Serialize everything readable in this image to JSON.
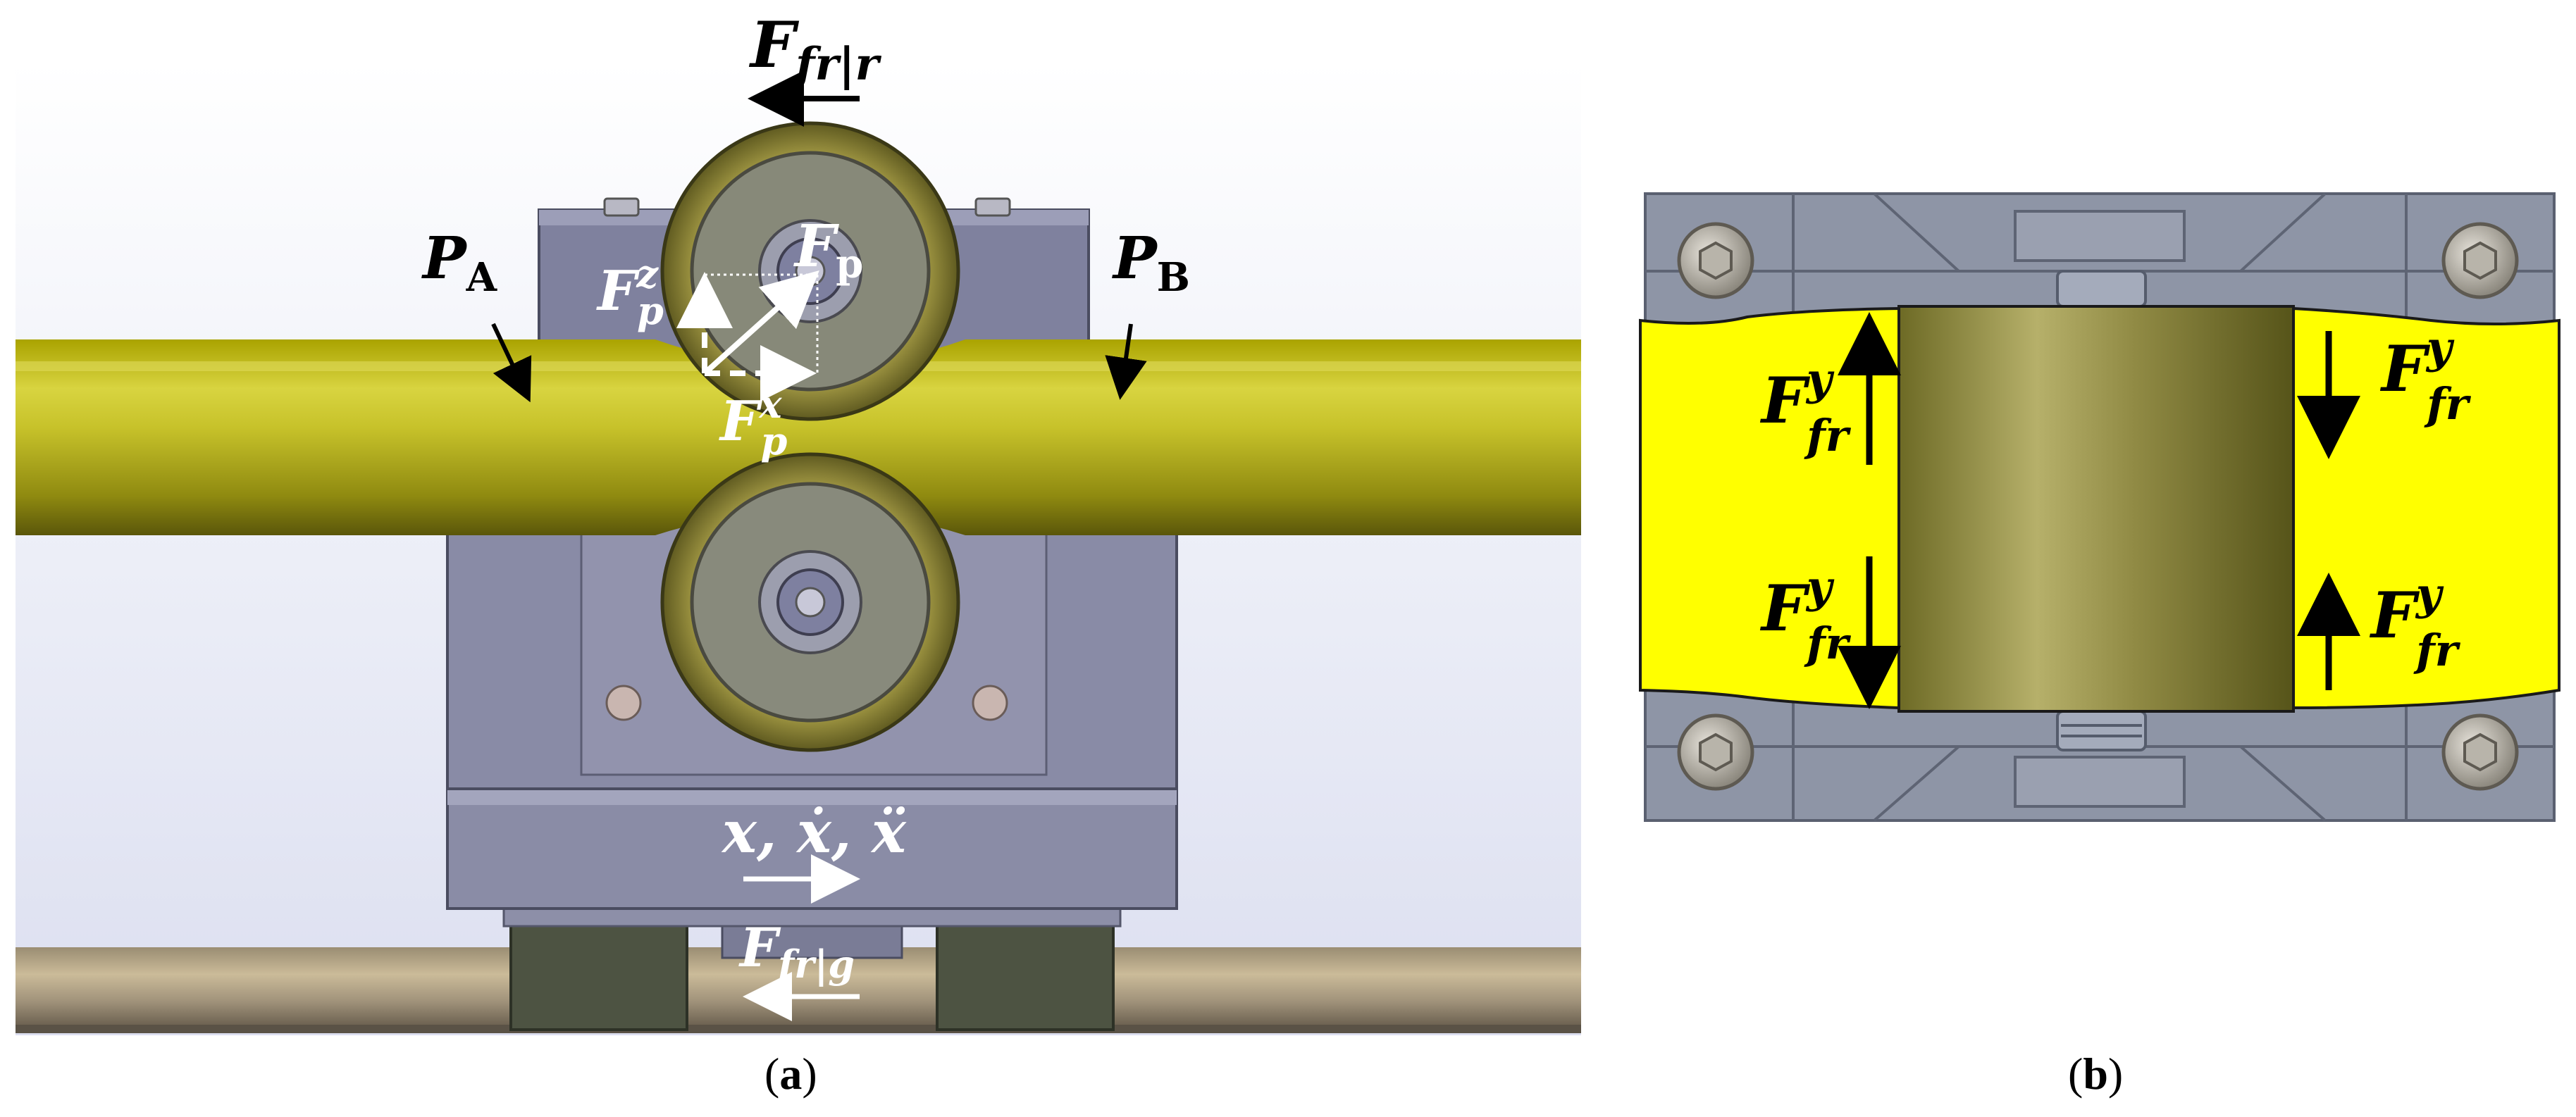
{
  "panel_a": {
    "caption_open": "(",
    "caption_letter": "a",
    "caption_close": ")",
    "labels": {
      "f_fr_r_main": "F",
      "f_fr_r_sub": "fr|r",
      "p_a_main": "P",
      "p_a_sub": "A",
      "p_b_main": "P",
      "p_b_sub": "B",
      "f_p_main": "F",
      "f_p_sub": "p",
      "f_pz_main": "F",
      "f_pz_sup": "z",
      "f_pz_sub": "p",
      "f_px_main": "F",
      "f_px_sup": "x",
      "f_px_sub": "p",
      "motion": "x, ẋ, ẍ",
      "f_fr_g_main": "F",
      "f_fr_g_sub": "fr|g"
    },
    "colors": {
      "cable": "#c9c41c",
      "roller_rim": "#8c8431",
      "roller_face": "#86887a",
      "housing": "#8a8aa3",
      "rail": "#a89a7e",
      "feet": "#4a5040"
    }
  },
  "panel_b": {
    "caption_open": "(",
    "caption_letter": "b",
    "caption_close": ")",
    "labels": {
      "left_top_main": "F",
      "left_top_sup": "y",
      "left_top_sub": "fr",
      "left_bottom_main": "F",
      "left_bottom_sup": "y",
      "left_bottom_sub": "fr",
      "right_top_main": "F",
      "right_top_sup": "y",
      "right_top_sub": "fr",
      "right_bottom_main": "F",
      "right_bottom_sup": "y",
      "right_bottom_sub": "fr"
    },
    "colors": {
      "belt": "#ffff00",
      "roller": "#8a8a3a",
      "plate": "#8c93a4"
    }
  }
}
